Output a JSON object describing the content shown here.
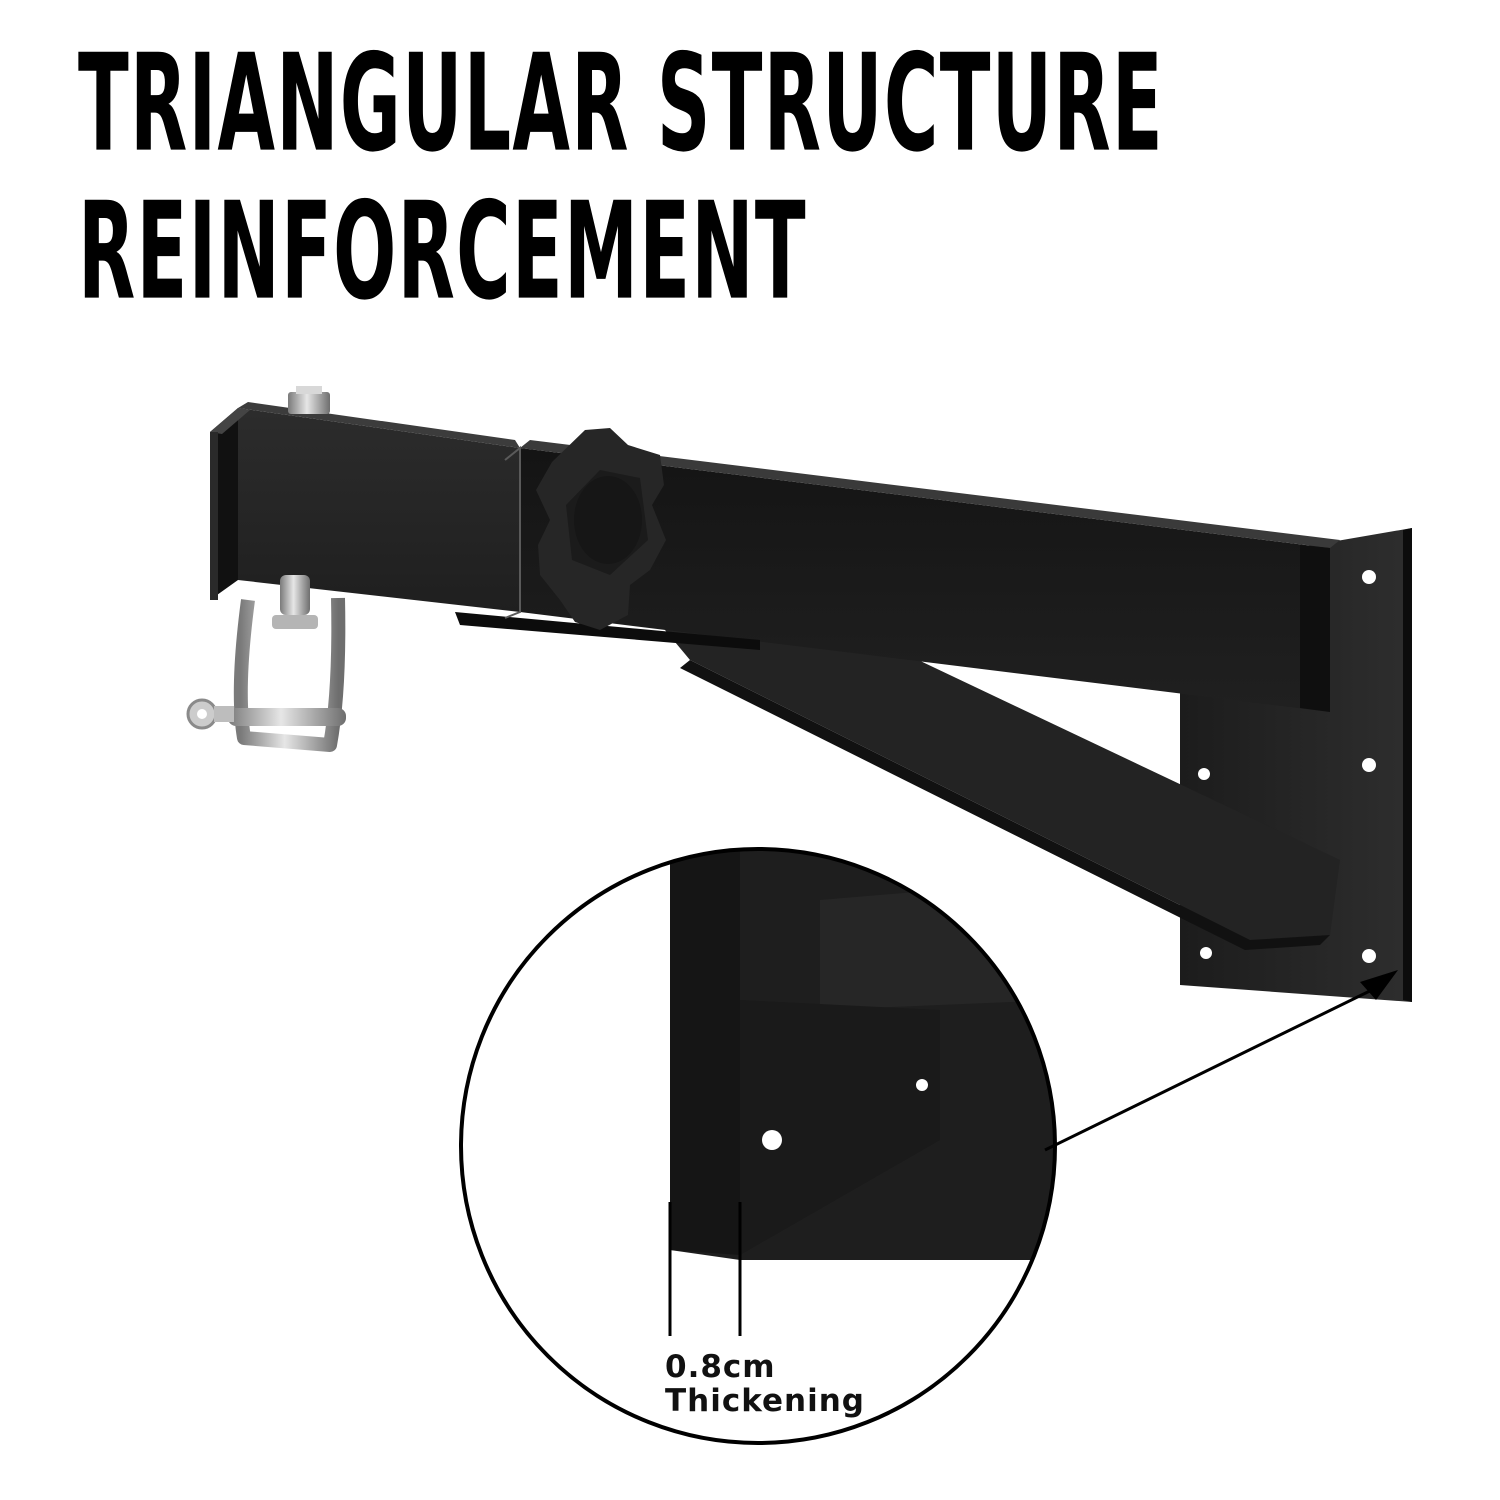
{
  "headline": {
    "line1": "TRIANGULAR STRUCTURE",
    "line2": "REINFORCEMENT"
  },
  "callout": {
    "measure": "0.8cm",
    "label": "Thickening"
  },
  "colors": {
    "background": "#ffffff",
    "text": "#000000",
    "steel_dark": "#1a1a1a",
    "steel_mid": "#2b2b2b",
    "chrome": "#c9c9c9"
  },
  "icons": {
    "product": "wall-mount-bracket-illustration",
    "hardware": "shackle-swivel-icon",
    "knob": "star-knob-icon"
  }
}
